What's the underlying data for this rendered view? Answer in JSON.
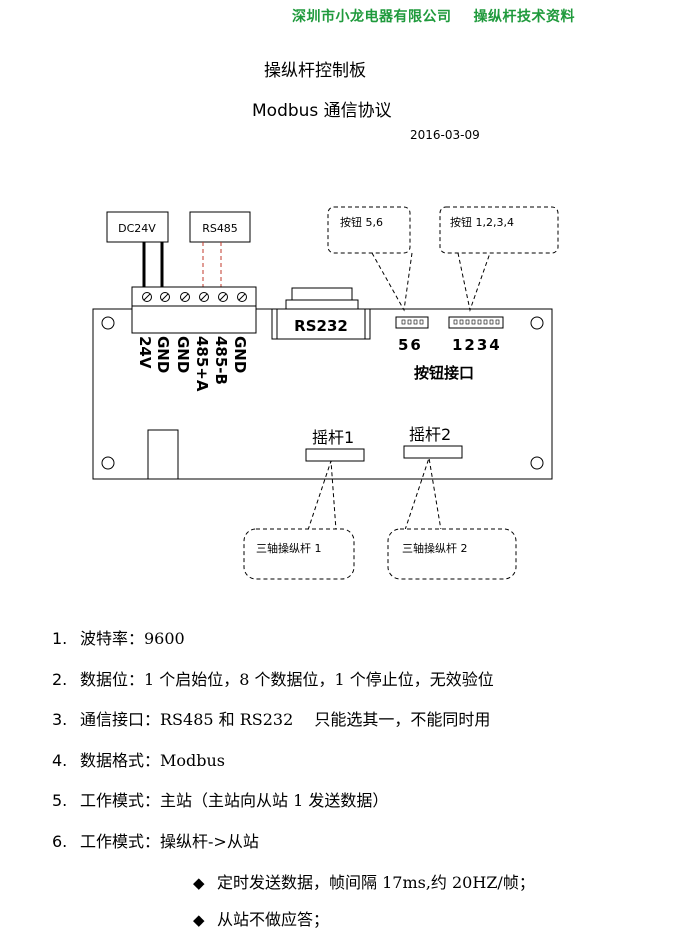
{
  "header": {
    "company": "深圳市小龙电器有限公司",
    "doc_type": "操纵杆技术资料"
  },
  "title": "操纵杆控制板",
  "subtitle": "Modbus 通信协议",
  "date": "2016-03-09",
  "diagram": {
    "dc_label": "DC24V",
    "rs485_label": "RS485",
    "terminal_labels": [
      "24V",
      "GND",
      "GND",
      "485+A",
      "485-B",
      "GND"
    ],
    "rs232_label": "RS232",
    "button_callout_56": "按钮 5,6",
    "button_callout_1234": "按钮 1,2,3,4",
    "button_pins_56": "56",
    "button_pins_1234": "1234",
    "button_port_label": "按钮接口",
    "joystick1_label": "摇杆1",
    "joystick2_label": "摇杆2",
    "joystick1_callout": "三轴操纵杆 1",
    "joystick2_callout": "三轴操纵杆 2"
  },
  "list": [
    {
      "num": "1.",
      "text": "波特率：9600"
    },
    {
      "num": "2.",
      "text": "数据位：1 个启始位，8 个数据位，1 个停止位，无效验位"
    },
    {
      "num": "3.",
      "text": "通信接口：RS485 和 RS232　 只能选其一，不能同时用"
    },
    {
      "num": "4.",
      "text": "数据格式：Modbus"
    },
    {
      "num": "5.",
      "text": "工作模式：主站（主站向从站 1 发送数据）"
    },
    {
      "num": "6.",
      "text": "工作模式：操纵杆->从站"
    }
  ],
  "bullets": [
    {
      "symbol": "◆",
      "text": "定时发送数据，帧间隔 17ms,约 20HZ/帧；"
    },
    {
      "symbol": "◆",
      "text": "从站不做应答；"
    }
  ]
}
